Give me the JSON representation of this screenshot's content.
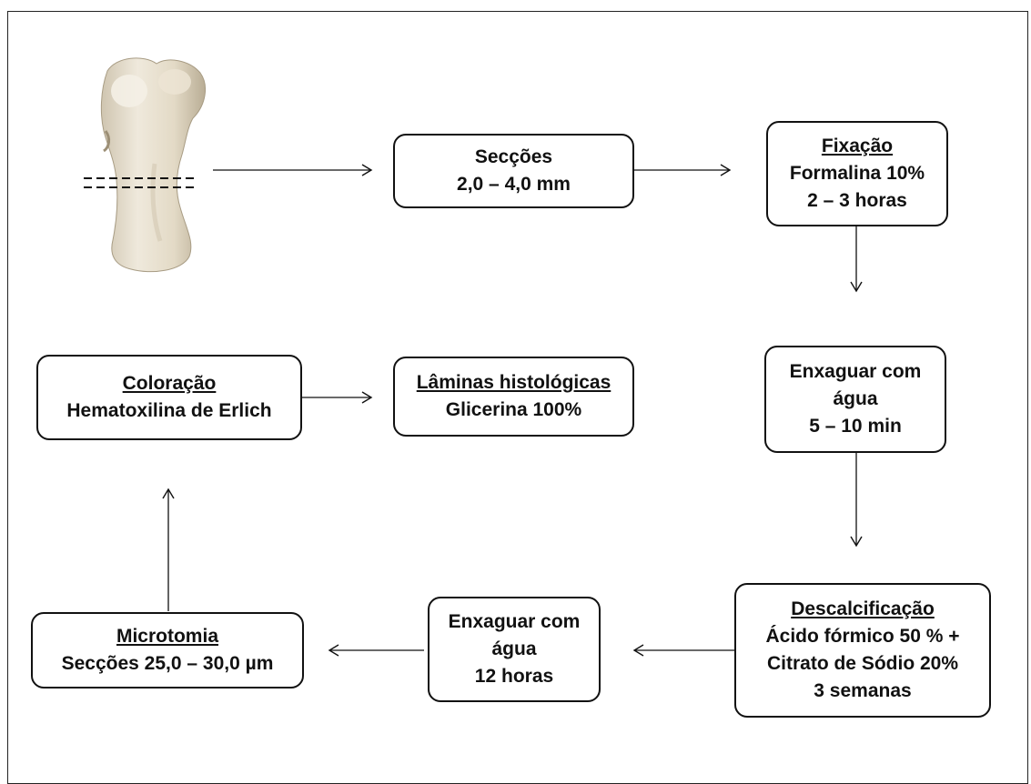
{
  "boxes": {
    "seccoes": {
      "line1": "Secções",
      "line2": "2,0 – 4,0 mm"
    },
    "fixacao": {
      "title": "Fixação",
      "line1": "Formalina 10%",
      "line2": "2 – 3 horas"
    },
    "enxaguar1": {
      "line1": "Enxaguar com",
      "line2": "água",
      "line3": "5 – 10 min"
    },
    "descalcificacao": {
      "title": "Descalcificação",
      "line1": "Ácido fórmico 50 % +",
      "line2": "Citrato de Sódio 20%",
      "line3": "3 semanas"
    },
    "enxaguar2": {
      "line1": "Enxaguar com",
      "line2": "água",
      "line3": "12 horas"
    },
    "microtomia": {
      "title": "Microtomia",
      "line1": "Secções 25,0 – 30,0 µm"
    },
    "coloracao": {
      "title": "Coloração",
      "line1": "Hematoxilina de Erlich"
    },
    "laminas": {
      "title": "Lâminas histológicas",
      "line1": "Glicerina 100%"
    }
  },
  "colors": {
    "bone": "#e8e0cf",
    "bone_shadow": "#b9ad95",
    "stroke": "#111111"
  }
}
